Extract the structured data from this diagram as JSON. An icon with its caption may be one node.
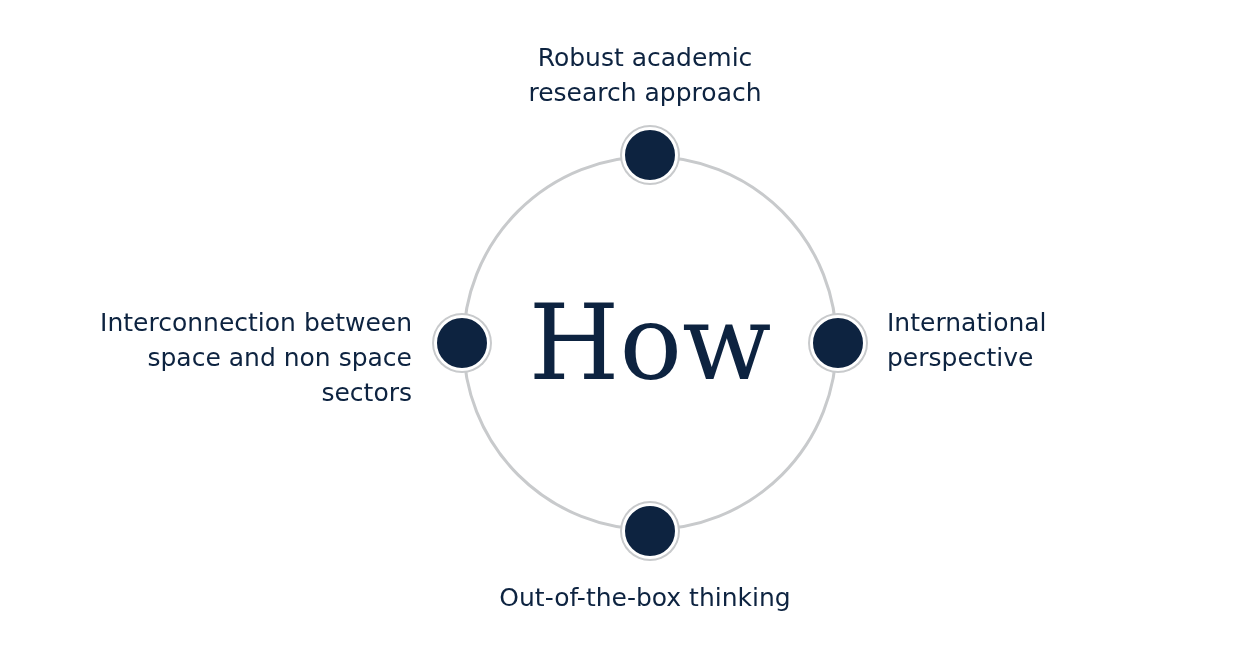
{
  "diagram": {
    "nodes": [
      {
        "text": [
          "How"
        ]
      },
      {
        "text": [],
        "shape": "circle",
        "beside": [
          "Robust academic research approach"
        ]
      },
      {
        "text": [],
        "shape": "circle",
        "beside": [
          "Interconnection between space and non space sectors"
        ]
      },
      {
        "text": [],
        "shape": "circle",
        "beside": [
          "International perspective"
        ]
      },
      {
        "text": [],
        "shape": "circle",
        "beside": [
          "Out-of-the-box thinking"
        ]
      }
    ]
  }
}
